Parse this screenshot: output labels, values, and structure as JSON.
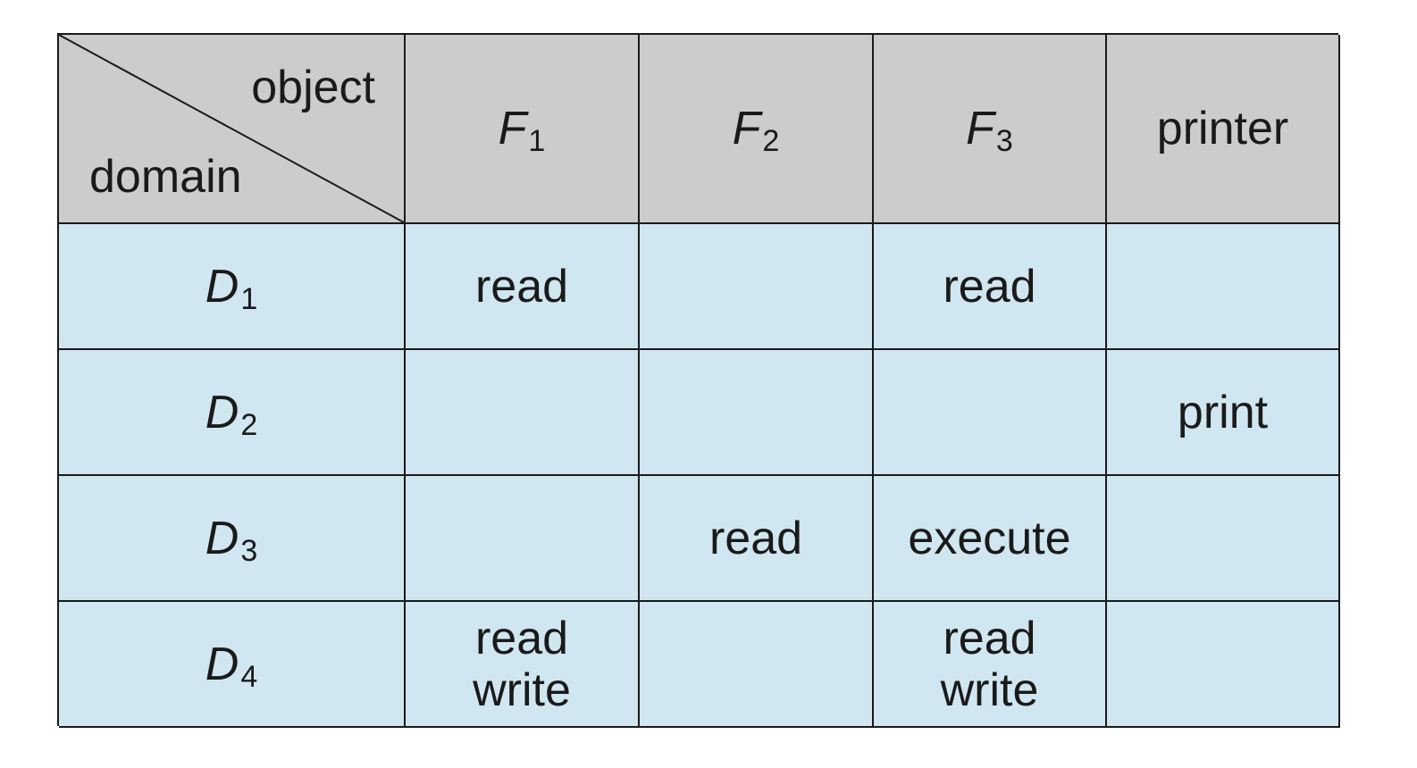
{
  "corner": {
    "object_label": "object",
    "domain_label": "domain"
  },
  "columns": [
    {
      "base": "F",
      "sub": "1"
    },
    {
      "base": "F",
      "sub": "2"
    },
    {
      "base": "F",
      "sub": "3"
    },
    {
      "label": "printer"
    }
  ],
  "rows": [
    {
      "base": "D",
      "sub": "1"
    },
    {
      "base": "D",
      "sub": "2"
    },
    {
      "base": "D",
      "sub": "3"
    },
    {
      "base": "D",
      "sub": "4"
    }
  ],
  "cells": {
    "r0": {
      "c0": [
        "read"
      ],
      "c1": [],
      "c2": [
        "read"
      ],
      "c3": []
    },
    "r1": {
      "c0": [],
      "c1": [],
      "c2": [],
      "c3": [
        "print"
      ]
    },
    "r2": {
      "c0": [],
      "c1": [
        "read"
      ],
      "c2": [
        "execute"
      ],
      "c3": []
    },
    "r3": {
      "c0": [
        "read",
        "write"
      ],
      "c1": [],
      "c2": [
        "read",
        "write"
      ],
      "c3": []
    }
  },
  "colors": {
    "header_bg": "#cccccc",
    "body_bg": "#d0e6f0",
    "border": "#1a1a1a"
  }
}
